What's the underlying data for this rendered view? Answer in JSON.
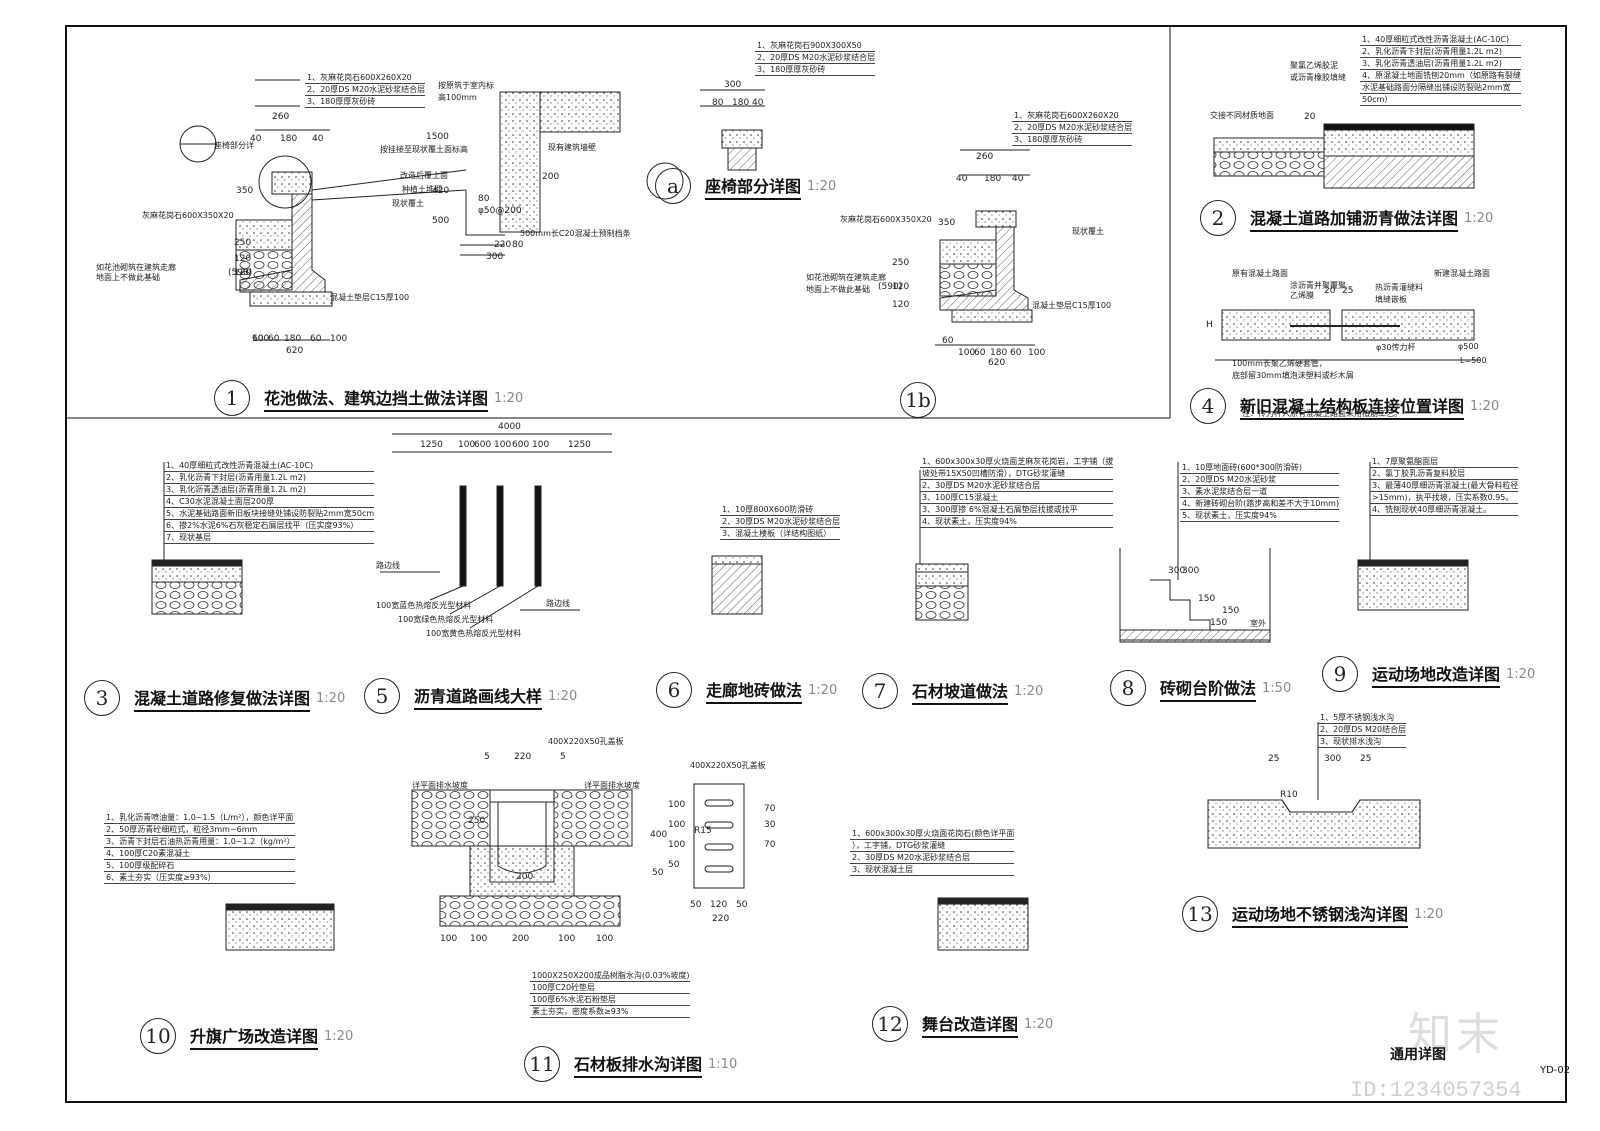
{
  "sheet": {
    "name": "通用详图",
    "code": "YD-02",
    "logo": "知末",
    "id": "ID:1234057354"
  },
  "details": [
    {
      "num": "1",
      "name": "花池做法、建筑边挡土做法详图",
      "scale": "1:20"
    },
    {
      "num": "a",
      "name": "座椅部分详图",
      "scale": "1:20"
    },
    {
      "num": "1b",
      "name": "",
      "scale": ""
    },
    {
      "num": "2",
      "name": "混凝土道路加铺沥青做法详图",
      "scale": "1:20"
    },
    {
      "num": "4",
      "name": "新旧混凝土结构板连接位置详图",
      "scale": "1:20"
    },
    {
      "num": "3",
      "name": "混凝土道路修复做法详图",
      "scale": "1:20"
    },
    {
      "num": "5",
      "name": "沥青道路画线大样",
      "scale": "1:20"
    },
    {
      "num": "6",
      "name": "走廊地砖做法",
      "scale": "1:20"
    },
    {
      "num": "7",
      "name": "石材坡道做法",
      "scale": "1:20"
    },
    {
      "num": "8",
      "name": "砖砌台阶做法",
      "scale": "1:50"
    },
    {
      "num": "9",
      "name": "运动场地改造详图",
      "scale": "1:20"
    },
    {
      "num": "10",
      "name": "升旗广场改造详图",
      "scale": "1:20"
    },
    {
      "num": "11",
      "name": "石材板排水沟详图",
      "scale": "1:10"
    },
    {
      "num": "12",
      "name": "舞台改造详图",
      "scale": "1:20"
    },
    {
      "num": "13",
      "name": "运动场地不锈钢浅沟详图",
      "scale": "1:20"
    }
  ],
  "layers": {
    "d1": [
      "1、灰麻花岗石600X260X20",
      "2、20厚DS M20水泥砂浆结合层",
      "3、180厚厚灰砂砖"
    ],
    "da": [
      "1、灰麻花岗石900X300X50",
      "2、20厚DS M20水泥砂浆结合层",
      "3、180厚厚灰砂砖"
    ],
    "d1b": [
      "1、灰麻花岗石600X260X20",
      "2、20厚DS M20水泥砂浆结合层",
      "3、180厚厚灰砂砖"
    ],
    "d2": [
      "1、40厚细粒式改性沥青混凝土(AC-10C)",
      "2、乳化沥青下封层(沥青用量1.2L m2)",
      "3、乳化沥青透油层(沥青用量1.2L m2)",
      "4、原混凝土地面铣刨20mm（如原路有裂缝",
      "水泥基础路面分隔缝出铺设防裂贴2mm宽",
      "50cm）"
    ],
    "d3": [
      "1、40厚细粒式改性沥青混凝土(AC-10C)",
      "2、乳化沥青下封层(沥青用量1.2L m2)",
      "3、乳化沥青透油层(沥青用量1.2L m2)",
      "4、C30水泥混凝土面层200厚",
      "5、水泥基础路面新旧板块接缝处铺设防裂贴2mm宽50cm",
      "6、掺2%水泥6%石灰稳定石屑层找平（压实度93%）",
      "7、现状基层"
    ],
    "d6": [
      "1、10厚800X600防滑砖",
      "2、30厚DS M20水泥砂浆结合层",
      "3、混凝土楼板（详结构图纸）"
    ],
    "d7": [
      "1、600x300x30厚火烧面芝麻灰花岗岩，工字铺（拔",
      "坡处带15X50凹槽防滑），DTG砂浆灌缝",
      "2、30厚DS M20水泥砂浆结合层",
      "3、100厚C15混凝土",
      "3、300厚掺 6%混凝土石屑垫层找拔或找平",
      "4、现状素土，压实度94%"
    ],
    "d8": [
      "1、10厚地面砖(600*300防滑砖)",
      "2、20厚DS M20水泥砂浆",
      "3、素水泥浆结合层一道",
      "4、新建砖砌台阶(踏步高和差不大于10mm)",
      "5、现状素土，压实度94%"
    ],
    "d9": [
      "1、7厚聚氨酯面层",
      "2、氯丁胶乳沥青复料胶层",
      "3、最薄40厚细沥青混凝土(最大骨料粒径",
      ">15mm)，执平找坡，压实系数0.95。",
      "4、铣刨现状40厚细沥青混凝土。"
    ],
    "d10": [
      "1、乳化沥青喷油量：1.0~1.5（L/m²），颜色详平面",
      "2、50厚沥青砼细粒式，粒径3mm~6mm",
      "3、沥青下封层石油热沥青用量：1.0~1.2（kg/m²）",
      "4、100厚C20素混凝土",
      "5、100厚级配碎石",
      "6、素土夯实（压实度≥93%）"
    ],
    "d12": [
      "1、600x300x30厚火烧面花岗石(颜色详平面",
      "），工字铺，DTG砂浆灌缝",
      "2、30厚DS M20水泥砂浆结合层",
      "3、现状混凝土层"
    ],
    "d13": [
      "1、5厚不锈钢浅水沟",
      "2、20厚DS M20结合层",
      "3、现状排水浅沟"
    ],
    "d11": [
      "1000X250X200成品树脂水沟(0.03%坡度)",
      "100厚C20砼垫层",
      "100厚6%水泥石粉垫层",
      "素土夯实，密度系数≥93%"
    ]
  },
  "labels": {
    "d1": [
      "座椅部分详",
      "按原筑于室内标",
      "高100mm",
      "按挂接至现状覆土面标高",
      "改造后覆土面",
      "种植土堆砌",
      "现状覆土",
      "现有建筑墙壁",
      "灰麻花岗石600X350X20",
      "如花池砌筑在建筑走廊",
      "地面上不做此基础",
      "混凝土垫层C15厚100",
      "500mm长C20混凝土预制档条"
    ],
    "d1b": [
      "灰麻花岗石600X350X20",
      "如花池砌筑在建筑走廊",
      "地面上不做此基础",
      "混凝土垫层C15厚100",
      "现状覆土"
    ],
    "d2": [
      "交接不同材质地面",
      "聚氯乙烯胶泥",
      "或沥青橡胶填缝"
    ],
    "d4": [
      "原有混凝土路面",
      "涂沥青并聚覆聚",
      "乙烯膜",
      "新建混凝土路面",
      "热沥青灌缝料",
      "填缝嵌板",
      "100mm长聚乙烯硬套管，",
      "底部留30mm填泡沫塑料或杉木屑",
      "φ30传力杆",
      "φ500",
      "L=500",
      "注：传力杆入原有混凝土路面采用植筋工艺。"
    ],
    "d5": [
      "路边线",
      "100宽蓝色热熔反光型材料",
      "100宽绿色热熔反光型材料",
      "100宽黄色热熔反光型材料",
      "路边线"
    ],
    "d8": [
      "室外"
    ],
    "d11": [
      "400X220X50孔盖板",
      "详平面排水坡度",
      "详平面排水坡度",
      "400X220X50孔盖板"
    ]
  },
  "dims": {
    "d1": [
      "260",
      "40",
      "180",
      "40",
      "1500",
      "350",
      "250",
      "120",
      "120",
      "(590)",
      "60",
      "100",
      "60",
      "180",
      "60",
      "100",
      "620",
      "420",
      "500",
      "200",
      "80",
      "φ50@200",
      "220",
      "80",
      "300"
    ],
    "da": [
      "300",
      "80",
      "180",
      "40"
    ],
    "d1b": [
      "260",
      "40",
      "180",
      "40",
      "350",
      "250",
      "120",
      "120",
      "(590)",
      "60",
      "100",
      "60",
      "180",
      "60",
      "100",
      "620"
    ],
    "d2": [
      "20"
    ],
    "d4": [
      "H",
      "20",
      "25"
    ],
    "d5": [
      "4000",
      "1250",
      "100",
      "600",
      "100",
      "600",
      "100",
      "1250"
    ],
    "d8": [
      "300",
      "300",
      "150",
      "150",
      "150"
    ],
    "d11": [
      "5",
      "220",
      "5",
      "100",
      "100",
      "200",
      "100",
      "100",
      "250",
      "200",
      "400",
      "50",
      "100",
      "100",
      "100",
      "50",
      "70",
      "30",
      "70",
      "R15",
      "50",
      "120",
      "50",
      "220"
    ],
    "d13": [
      "25",
      "300",
      "25",
      "R10"
    ]
  }
}
